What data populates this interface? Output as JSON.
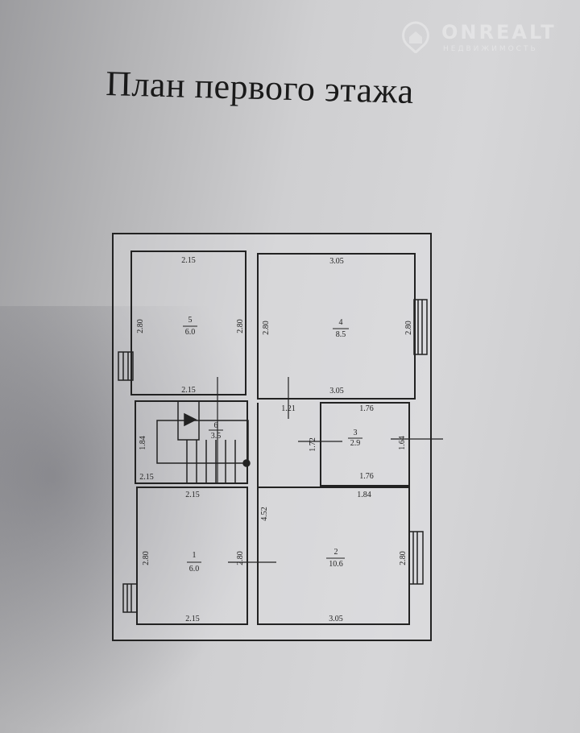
{
  "title": "План первого этажа",
  "watermark": {
    "name": "ONREALT",
    "sub": "НЕДВИЖИМОСТЬ"
  },
  "rooms": [
    {
      "number": "1",
      "area": "6.0",
      "dims": {
        "top": "2.15",
        "left": "2.80",
        "right": "2.80",
        "bottom": "2.15"
      }
    },
    {
      "number": "2",
      "area": "10.6",
      "dims": {
        "top": "1.84",
        "right": "2.80",
        "bottom": "3.05"
      }
    },
    {
      "number": "3",
      "area": "2.9",
      "dims": {
        "top": "1.76",
        "left": "1.72",
        "right": "1.64",
        "bottom": "1.76"
      }
    },
    {
      "number": "4",
      "area": "8.5",
      "dims": {
        "top": "3.05",
        "left": "2.80",
        "right": "2.80",
        "bottom": "3.05"
      }
    },
    {
      "number": "5",
      "area": "6.0",
      "dims": {
        "top": "2.15",
        "left": "2.80",
        "right": "2.80",
        "bottom": "2.15"
      }
    },
    {
      "number": "6",
      "area": "3.5",
      "dims": {
        "left": "1.84",
        "bottom": "2.15"
      }
    }
  ],
  "hall": {
    "width": "1.21",
    "length": "4.52"
  }
}
